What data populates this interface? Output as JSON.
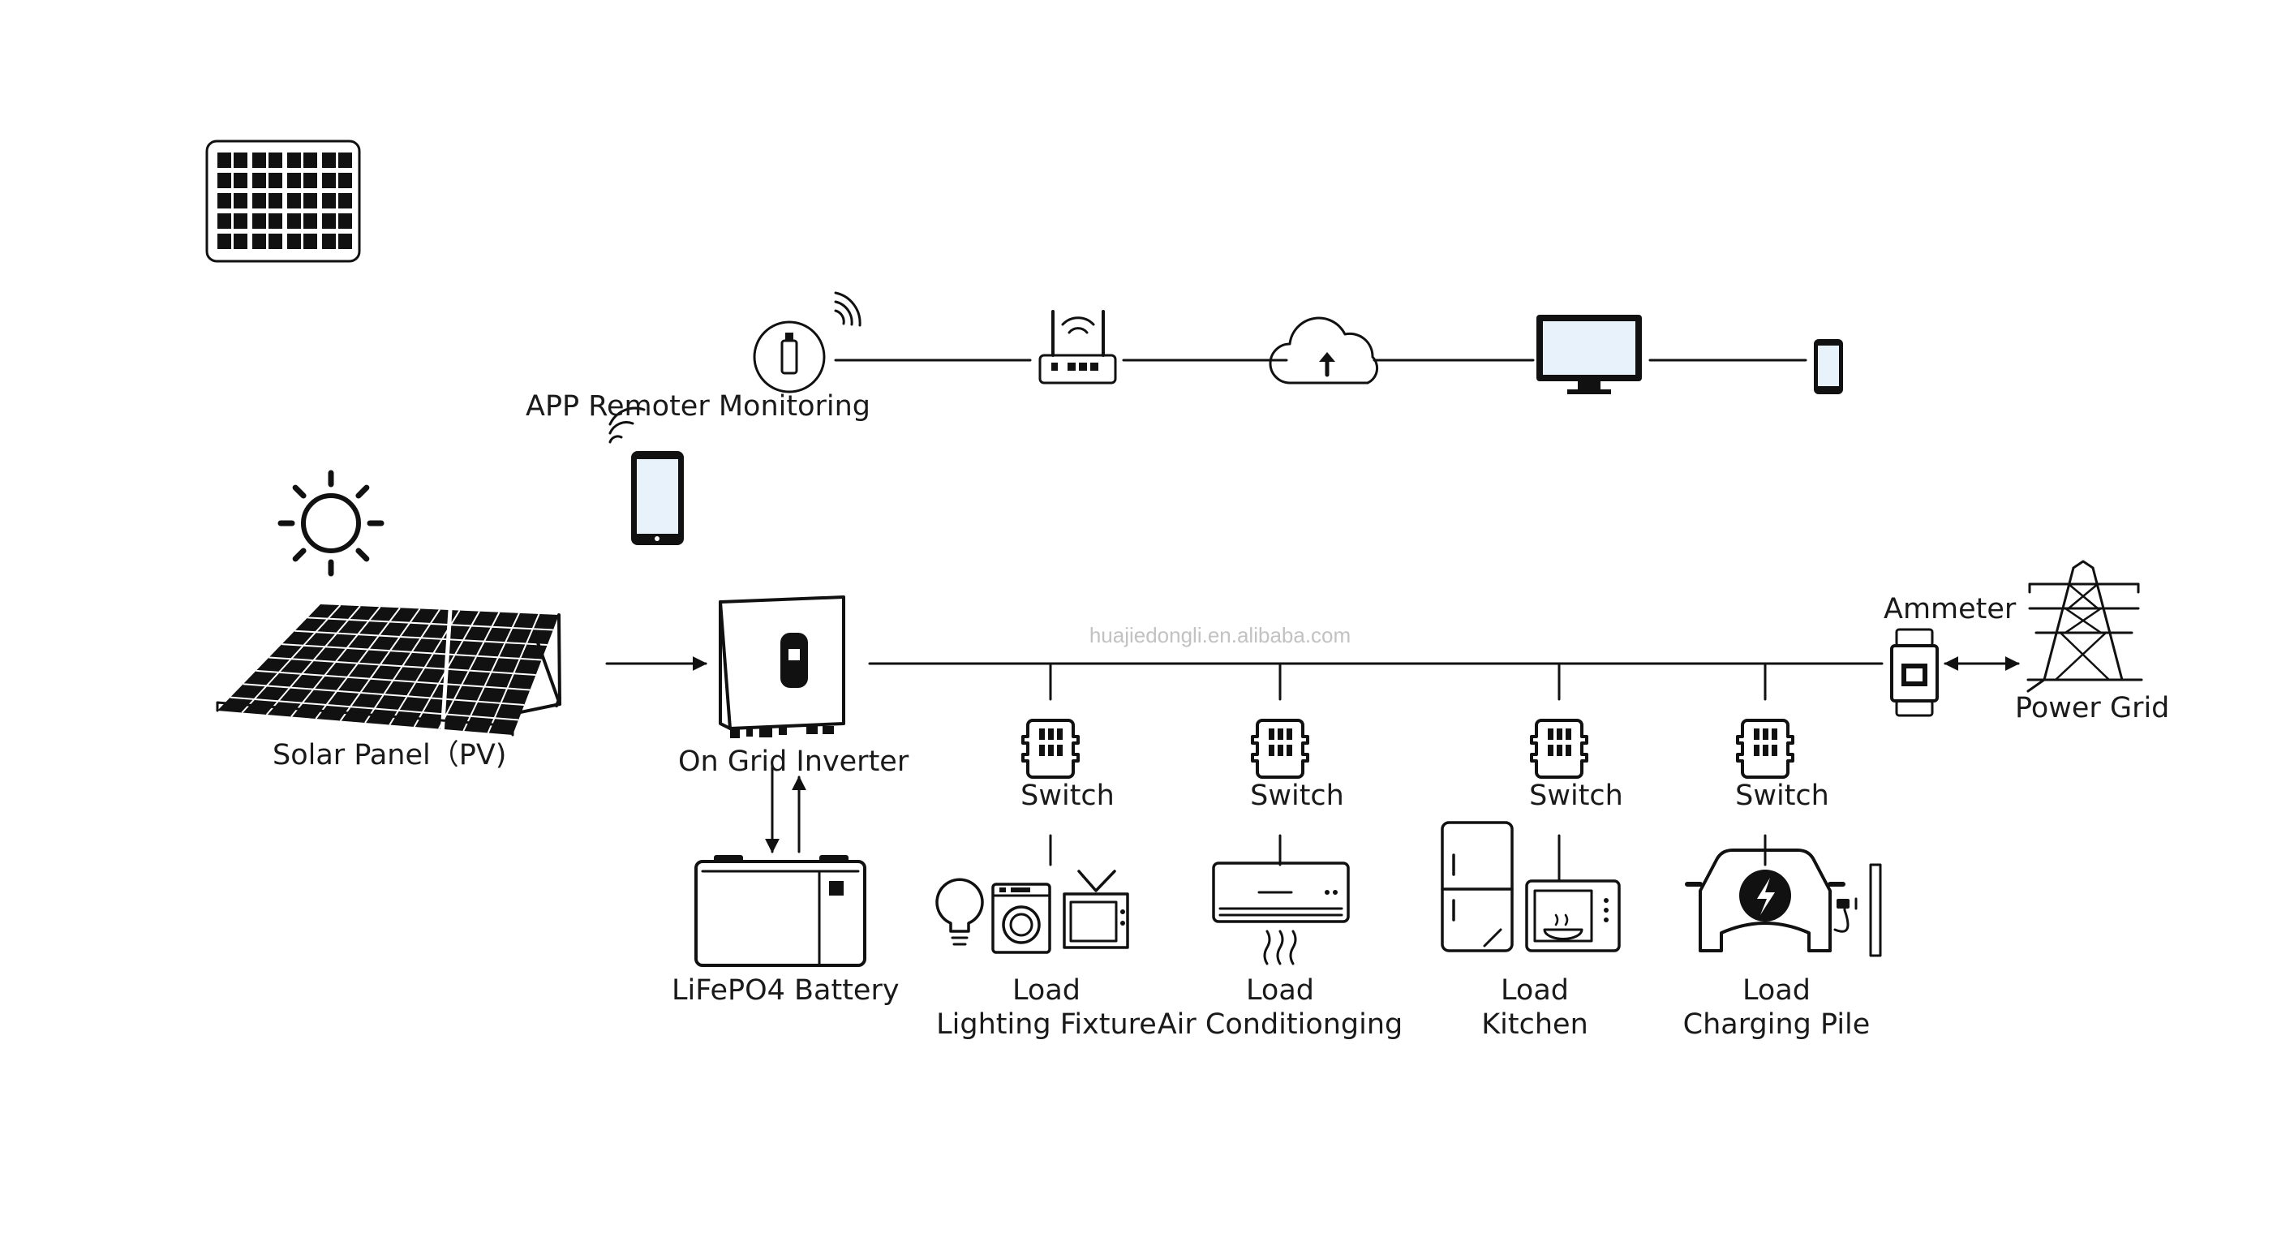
{
  "diagram": {
    "labels": {
      "app": "APP Remoter Monitoring",
      "solar": "Solar Panel（PV)",
      "inverter": "On Grid Inverter",
      "battery": "LiFePO4 Battery",
      "ammeter": "Ammeter",
      "grid": "Power Grid",
      "watermark": "huajiedongli.en.alibaba.com"
    },
    "switch_label": "Switch",
    "loads": [
      {
        "title": "Load",
        "name": "Lighting Fixture"
      },
      {
        "title": "Load",
        "name": "Air Conditionging"
      },
      {
        "title": "Load",
        "name": "Kitchen"
      },
      {
        "title": "Load",
        "name": "Charging Pile"
      }
    ]
  },
  "colors": {
    "line": "#111111",
    "text": "#1a1a1a",
    "watermark": "#c2c2c2",
    "screen": "#e8f2fa"
  }
}
